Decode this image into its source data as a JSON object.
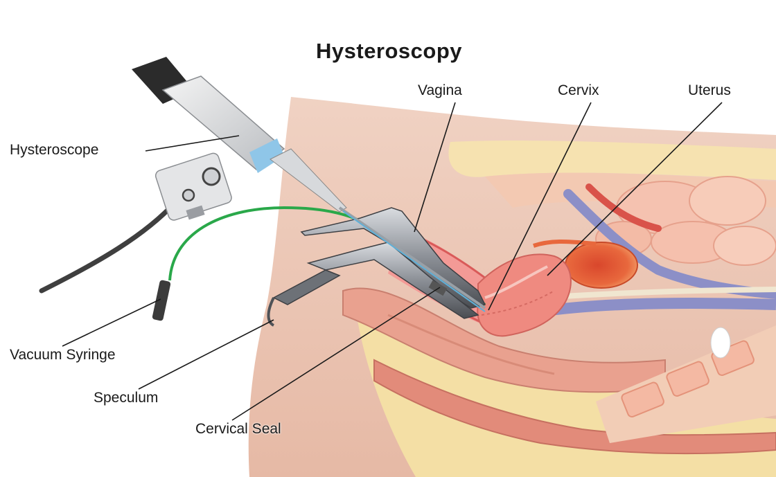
{
  "title": "Hysteroscopy",
  "labels": {
    "hysteroscope": "Hysteroscope",
    "vacuum_syringe": "Vacuum Syringe",
    "speculum": "Speculum",
    "cervical_seal": "Cervical Seal",
    "vagina": "Vagina",
    "cervix": "Cervix",
    "uterus": "Uterus"
  },
  "colors": {
    "skin": "#ecc9b8",
    "tissue_pink": "#f3a6a6",
    "uterus_wall": "#ef8a80",
    "bladder": "#e25a2f",
    "fat_yellow": "#f4dfa5",
    "vessel_blue": "#8c8fc7",
    "tube_green": "#2aa84a",
    "instrument_steel": "#8b8f96"
  }
}
